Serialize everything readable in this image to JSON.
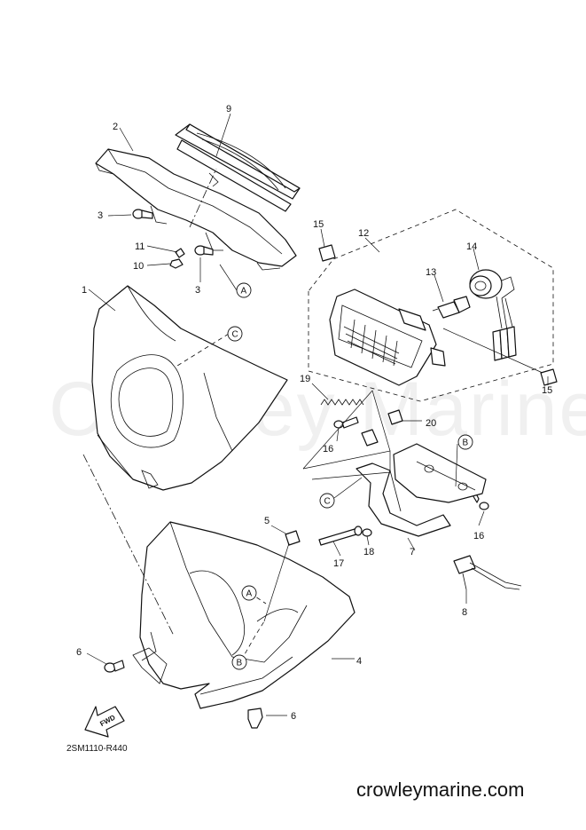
{
  "diagram_code": "2SM1110-R440",
  "website": "crowleymarine.com",
  "watermark": "Crowley Marine",
  "fwd_label": "FWD",
  "callouts": {
    "c1": "1",
    "c2": "2",
    "c3a": "3",
    "c3b": "3",
    "c4": "4",
    "c5": "5",
    "c6a": "6",
    "c6b": "6",
    "c7": "7",
    "c8": "8",
    "c9": "9",
    "c10": "10",
    "c11": "11",
    "c12": "12",
    "c13": "13",
    "c14": "14",
    "c15a": "15",
    "c15b": "15",
    "c16a": "16",
    "c16b": "16",
    "c17": "17",
    "c18": "18",
    "c19": "19",
    "c20": "20"
  },
  "reference_marks": {
    "a1": "A",
    "a2": "A",
    "b1": "B",
    "b2": "B",
    "c1": "C",
    "c2": "C"
  }
}
